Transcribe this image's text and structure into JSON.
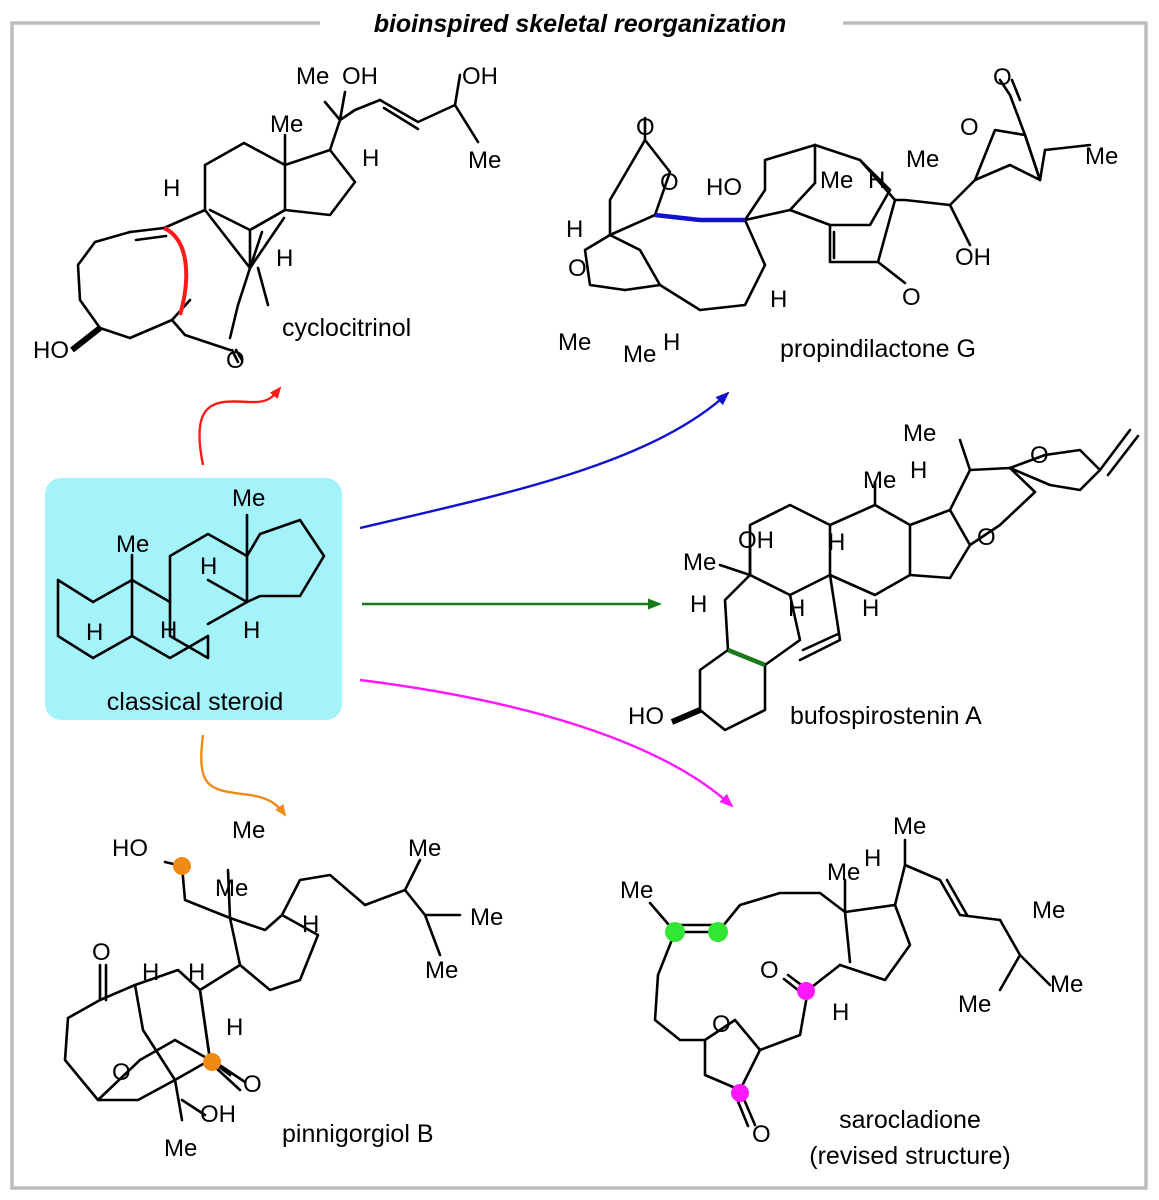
{
  "title": "bioinspired skeletal reorganization",
  "colors": {
    "frame": "#bdbdbd",
    "box_fill": "#a5f3fa",
    "red": "#ff1a1a",
    "blue": "#1111d0",
    "green": "#1a7a1a",
    "magenta": "#ff18ff",
    "orange": "#f08a17",
    "lime": "#33e633"
  },
  "center": {
    "label": "classical steroid"
  },
  "compounds": {
    "cyclocitrinol": "cyclocitrinol",
    "propindilactone": "propindilactone G",
    "bufospirostenin": "bufospirostenin A",
    "pinnigorgiol": "pinnigorgiol B",
    "sarocladione": "sarocladione",
    "sarocladione_note": "(revised structure)"
  },
  "atoms": {
    "me": "Me",
    "oh": "OH",
    "ho": "HO",
    "h": "H",
    "o": "O"
  },
  "arrows": [
    "red",
    "blue",
    "green",
    "magenta",
    "orange"
  ]
}
